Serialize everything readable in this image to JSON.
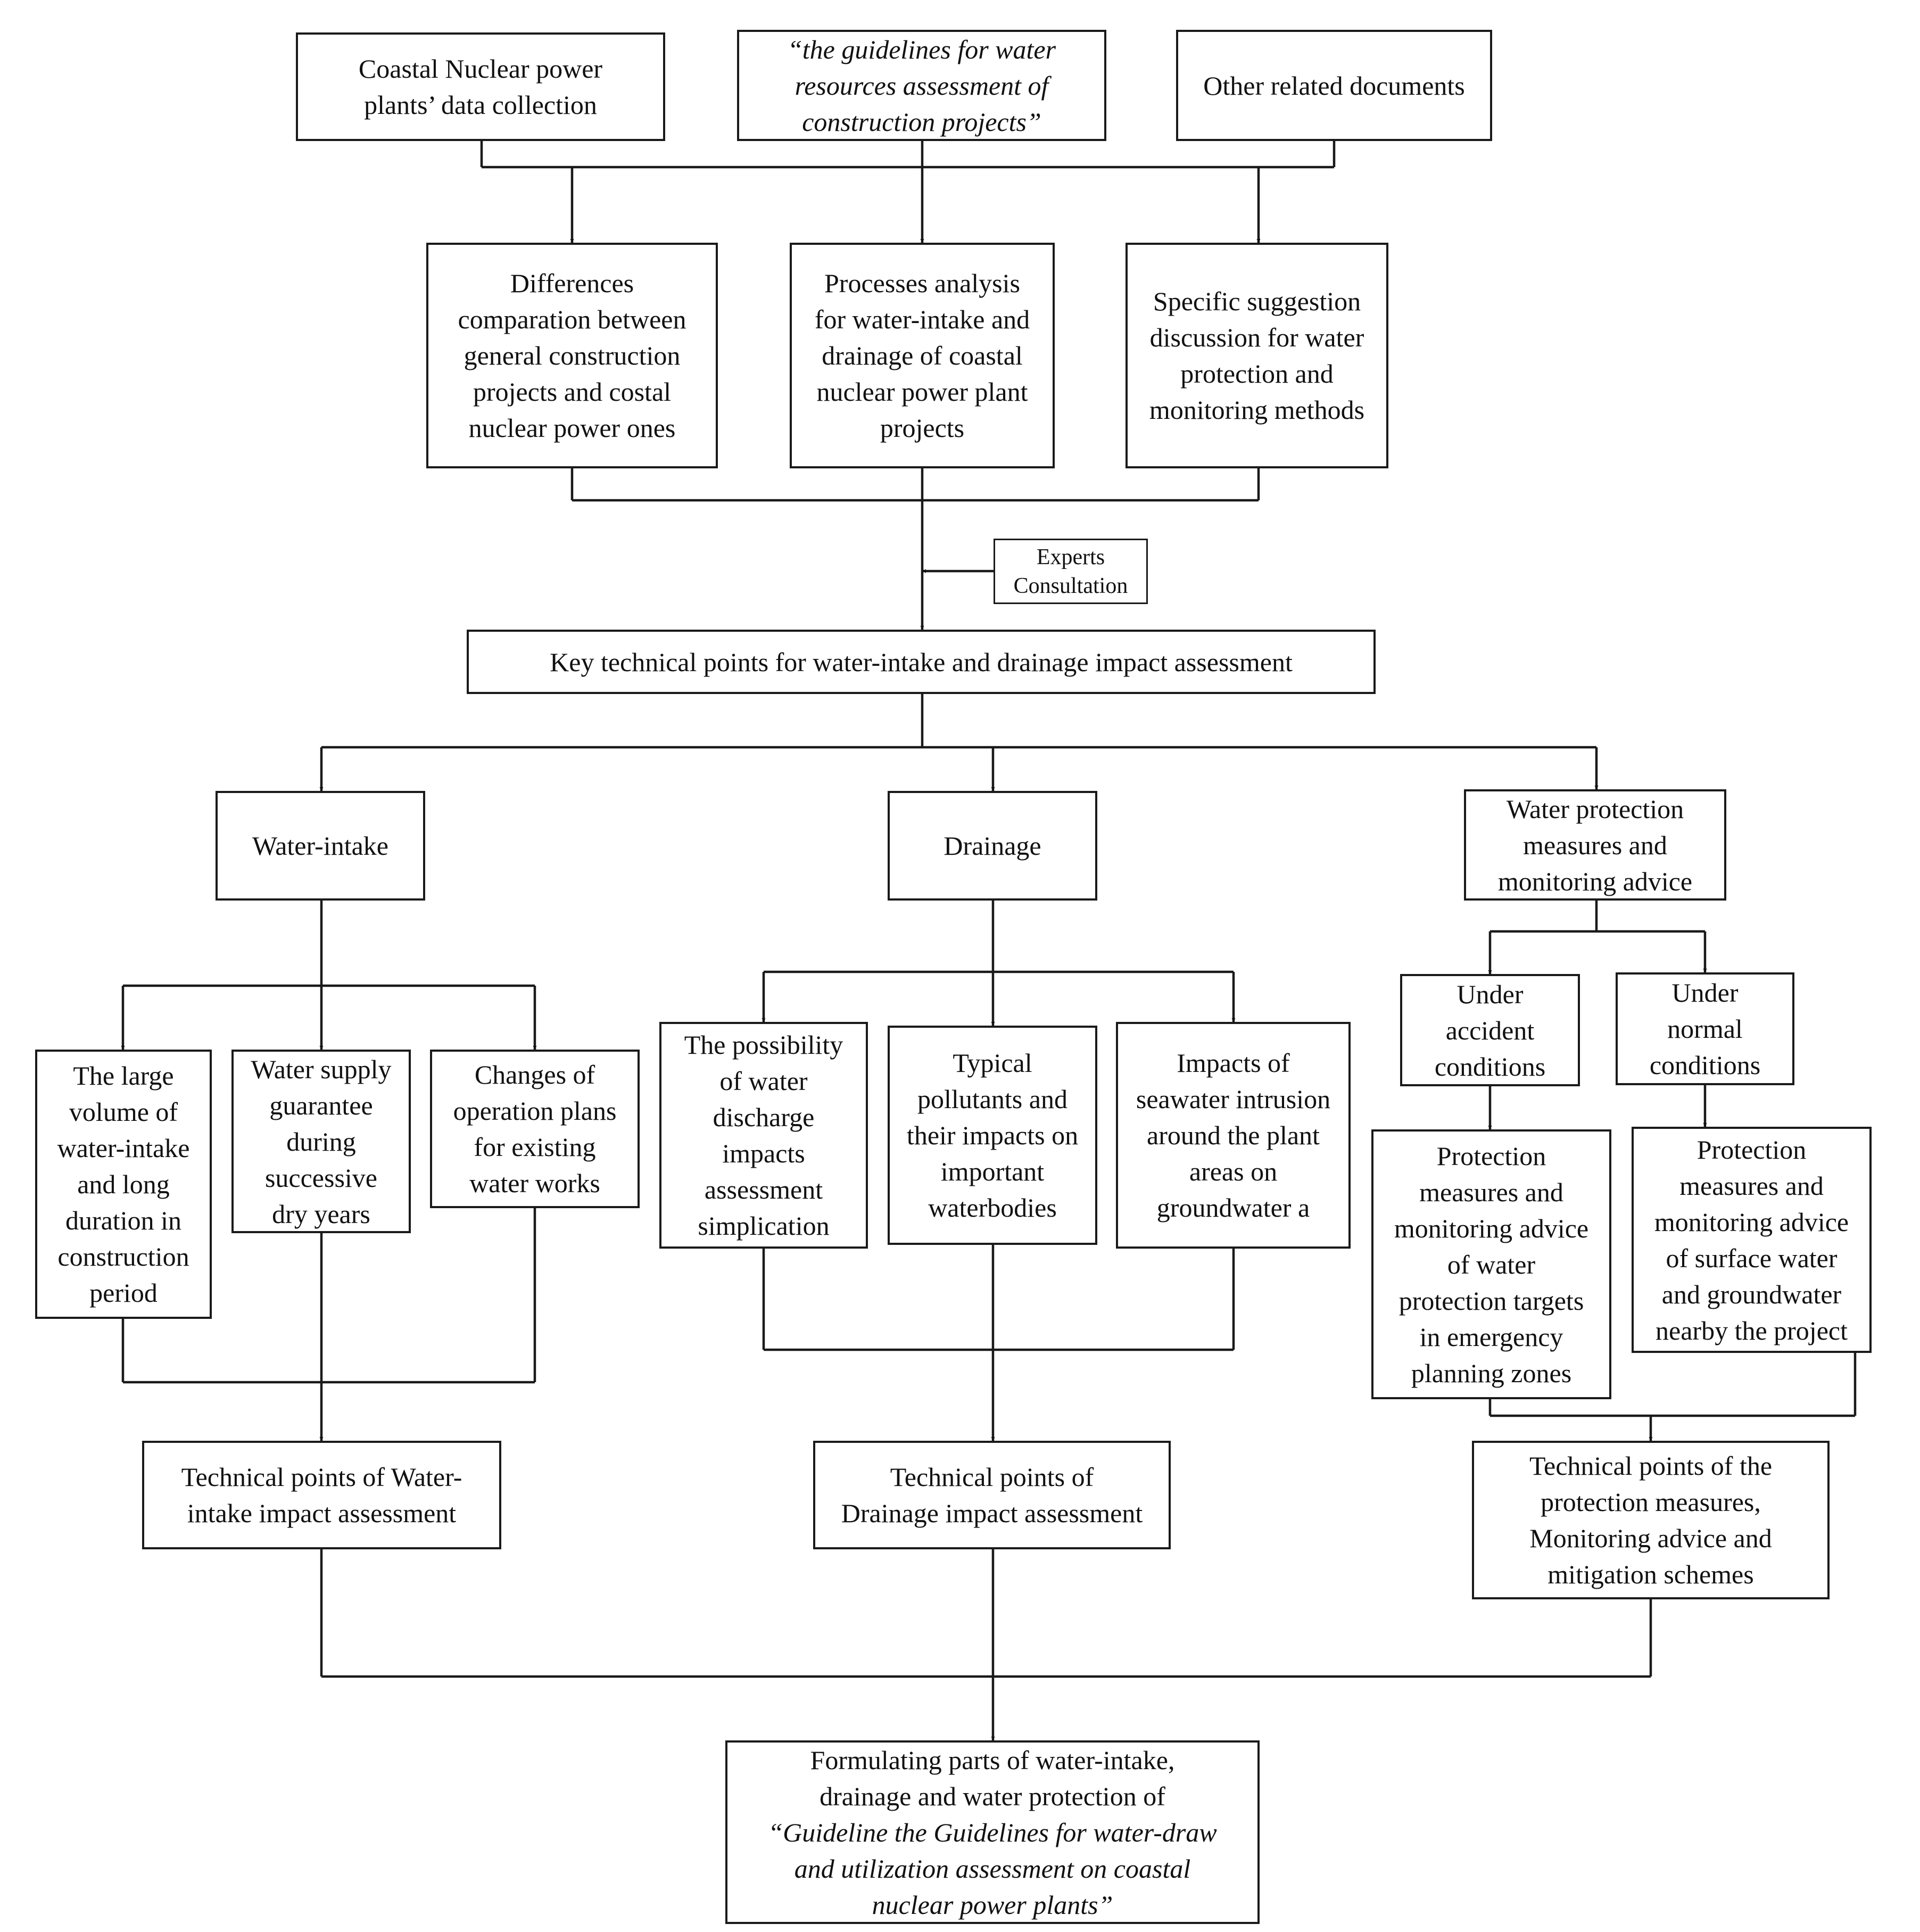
{
  "sources": {
    "data_collection": "Coastal Nuclear power\nplants’ data collection",
    "guidelines": "“the guidelines for water\nresources assessment of\nconstruction projects”",
    "other_documents": "Other related documents"
  },
  "analysis": {
    "differences": "Differences\ncomparation between\ngeneral construction\nprojects and costal\nnuclear power ones",
    "processes": "Processes analysis\nfor water-intake and\ndrainage of coastal\nnuclear power plant\nprojects",
    "suggestion": "Specific suggestion\ndiscussion for water\nprotection and\nmonitoring methods"
  },
  "experts_consultation": "Experts\nConsultation",
  "key_points": "Key technical points for water-intake and drainage impact assessment",
  "categories": {
    "water_intake": "Water-intake",
    "drainage": "Drainage",
    "protection": "Water protection\nmeasures and\nmonitoring advice"
  },
  "intake_items": {
    "large_volume": "The large\nvolume of\nwater-intake\nand long\nduration in\nconstruction\nperiod",
    "supply_guarantee": "Water supply\nguarantee\nduring\nsuccessive\ndry years",
    "operation_plans": "Changes of\noperation plans\nfor existing\nwater works"
  },
  "drainage_items": {
    "discharge": "The possibility\nof water\ndischarge\nimpacts\nassessment\nsimplication",
    "pollutants": "Typical\npollutants and\ntheir impacts on\nimportant\nwaterbodies",
    "seawater": "Impacts of\nseawater intrusion\naround the plant\nareas on\ngroundwater a"
  },
  "conditions": {
    "accident": "Under\naccident\nconditions",
    "normal": "Under\nnormal\nconditions"
  },
  "protection_items": {
    "emergency": "Protection\nmeasures and\nmonitoring advice\nof water\nprotection targets\nin emergency\nplanning zones",
    "surface": "Protection\nmeasures and\nmonitoring advice\nof surface water\nand groundwater\nnearby the project"
  },
  "technical_points": {
    "intake": "Technical points of Water-\nintake impact assessment",
    "drainage": "Technical points of\nDrainage impact assessment",
    "protection": "Technical points of the\nprotection measures,\nMonitoring advice and\nmitigation schemes"
  },
  "final": {
    "line1": "Formulating parts of water-intake,",
    "line2": "drainage and water protection of",
    "line3": "“Guideline the Guidelines for water-draw",
    "line4": "and utilization assessment on coastal",
    "line5": "nuclear power plants”"
  }
}
